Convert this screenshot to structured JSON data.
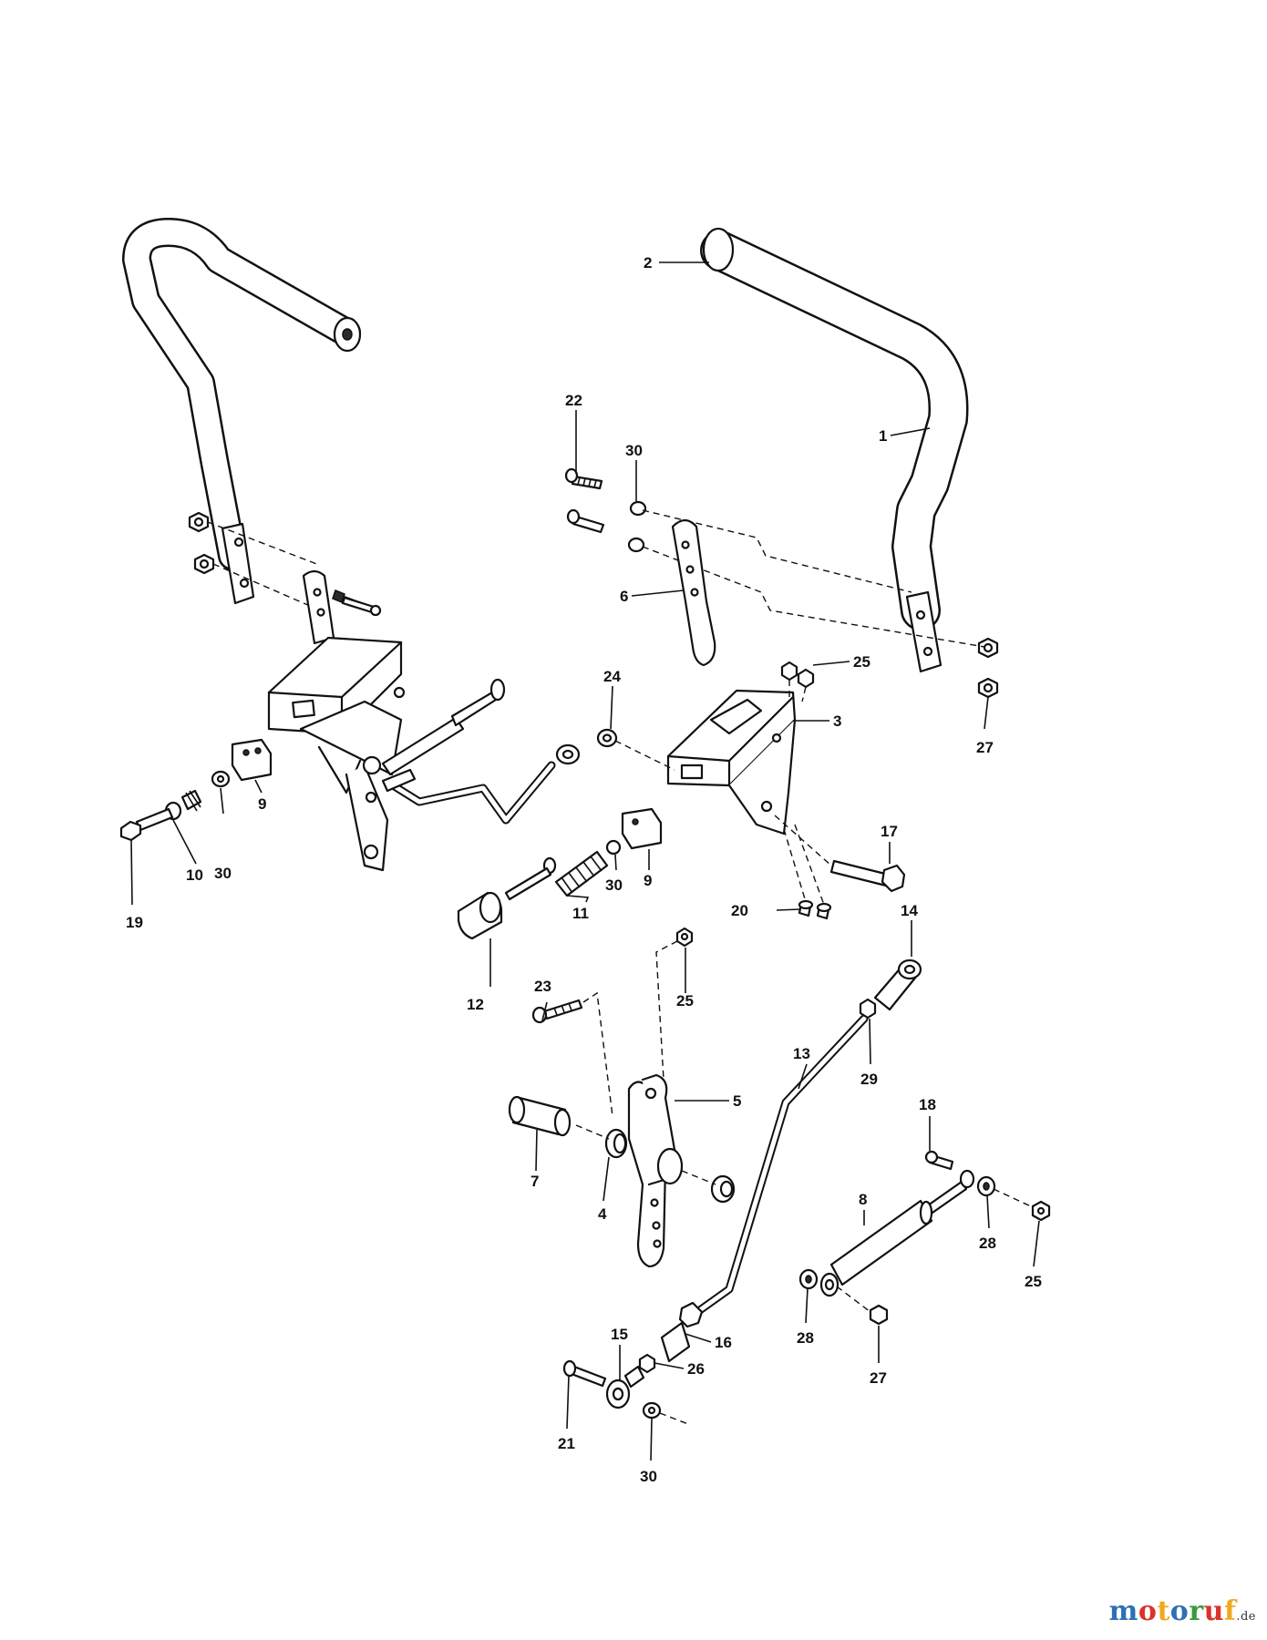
{
  "diagram": {
    "callouts": [
      "1",
      "2",
      "3",
      "4",
      "5",
      "6",
      "7",
      "8",
      "9",
      "9",
      "10",
      "11",
      "12",
      "13",
      "14",
      "15",
      "16",
      "17",
      "18",
      "19",
      "20",
      "21",
      "22",
      "23",
      "24",
      "25",
      "25",
      "25",
      "26",
      "27",
      "27",
      "28",
      "28",
      "29",
      "30",
      "30",
      "30",
      "30"
    ]
  },
  "watermark": {
    "letters": [
      "m",
      "o",
      "t",
      "o",
      "r",
      "u",
      "f"
    ],
    "colors": [
      "#2f6fb5",
      "#d9342b",
      "#f0a91e",
      "#2f6fb5",
      "#3a9b3a",
      "#d9342b",
      "#f0a91e"
    ],
    "suffix": ".de"
  }
}
